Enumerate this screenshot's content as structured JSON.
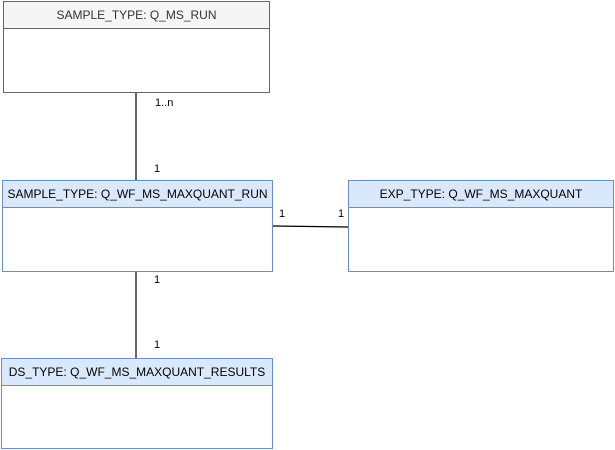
{
  "colors": {
    "header_fill_blue": "#dae8fc",
    "border_blue": "#6c8ebf",
    "header_fill_gray": "#f5f5f5",
    "border_gray": "#666666",
    "edge": "#000000"
  },
  "entities": {
    "ms_run": {
      "title": "SAMPLE_TYPE: Q_MS_RUN"
    },
    "maxquant_run": {
      "title": "SAMPLE_TYPE: Q_WF_MS_MAXQUANT_RUN"
    },
    "experiment": {
      "title": "EXP_TYPE: Q_WF_MS_MAXQUANT"
    },
    "results": {
      "title": "DS_TYPE: Q_WF_MS_MAXQUANT_RESULTS"
    }
  },
  "relations": {
    "ms_run_to_run": {
      "source": "1..n",
      "target": "1"
    },
    "run_to_experiment": {
      "source": "1",
      "target": "1"
    },
    "run_to_results": {
      "source": "1",
      "target": "1"
    }
  }
}
